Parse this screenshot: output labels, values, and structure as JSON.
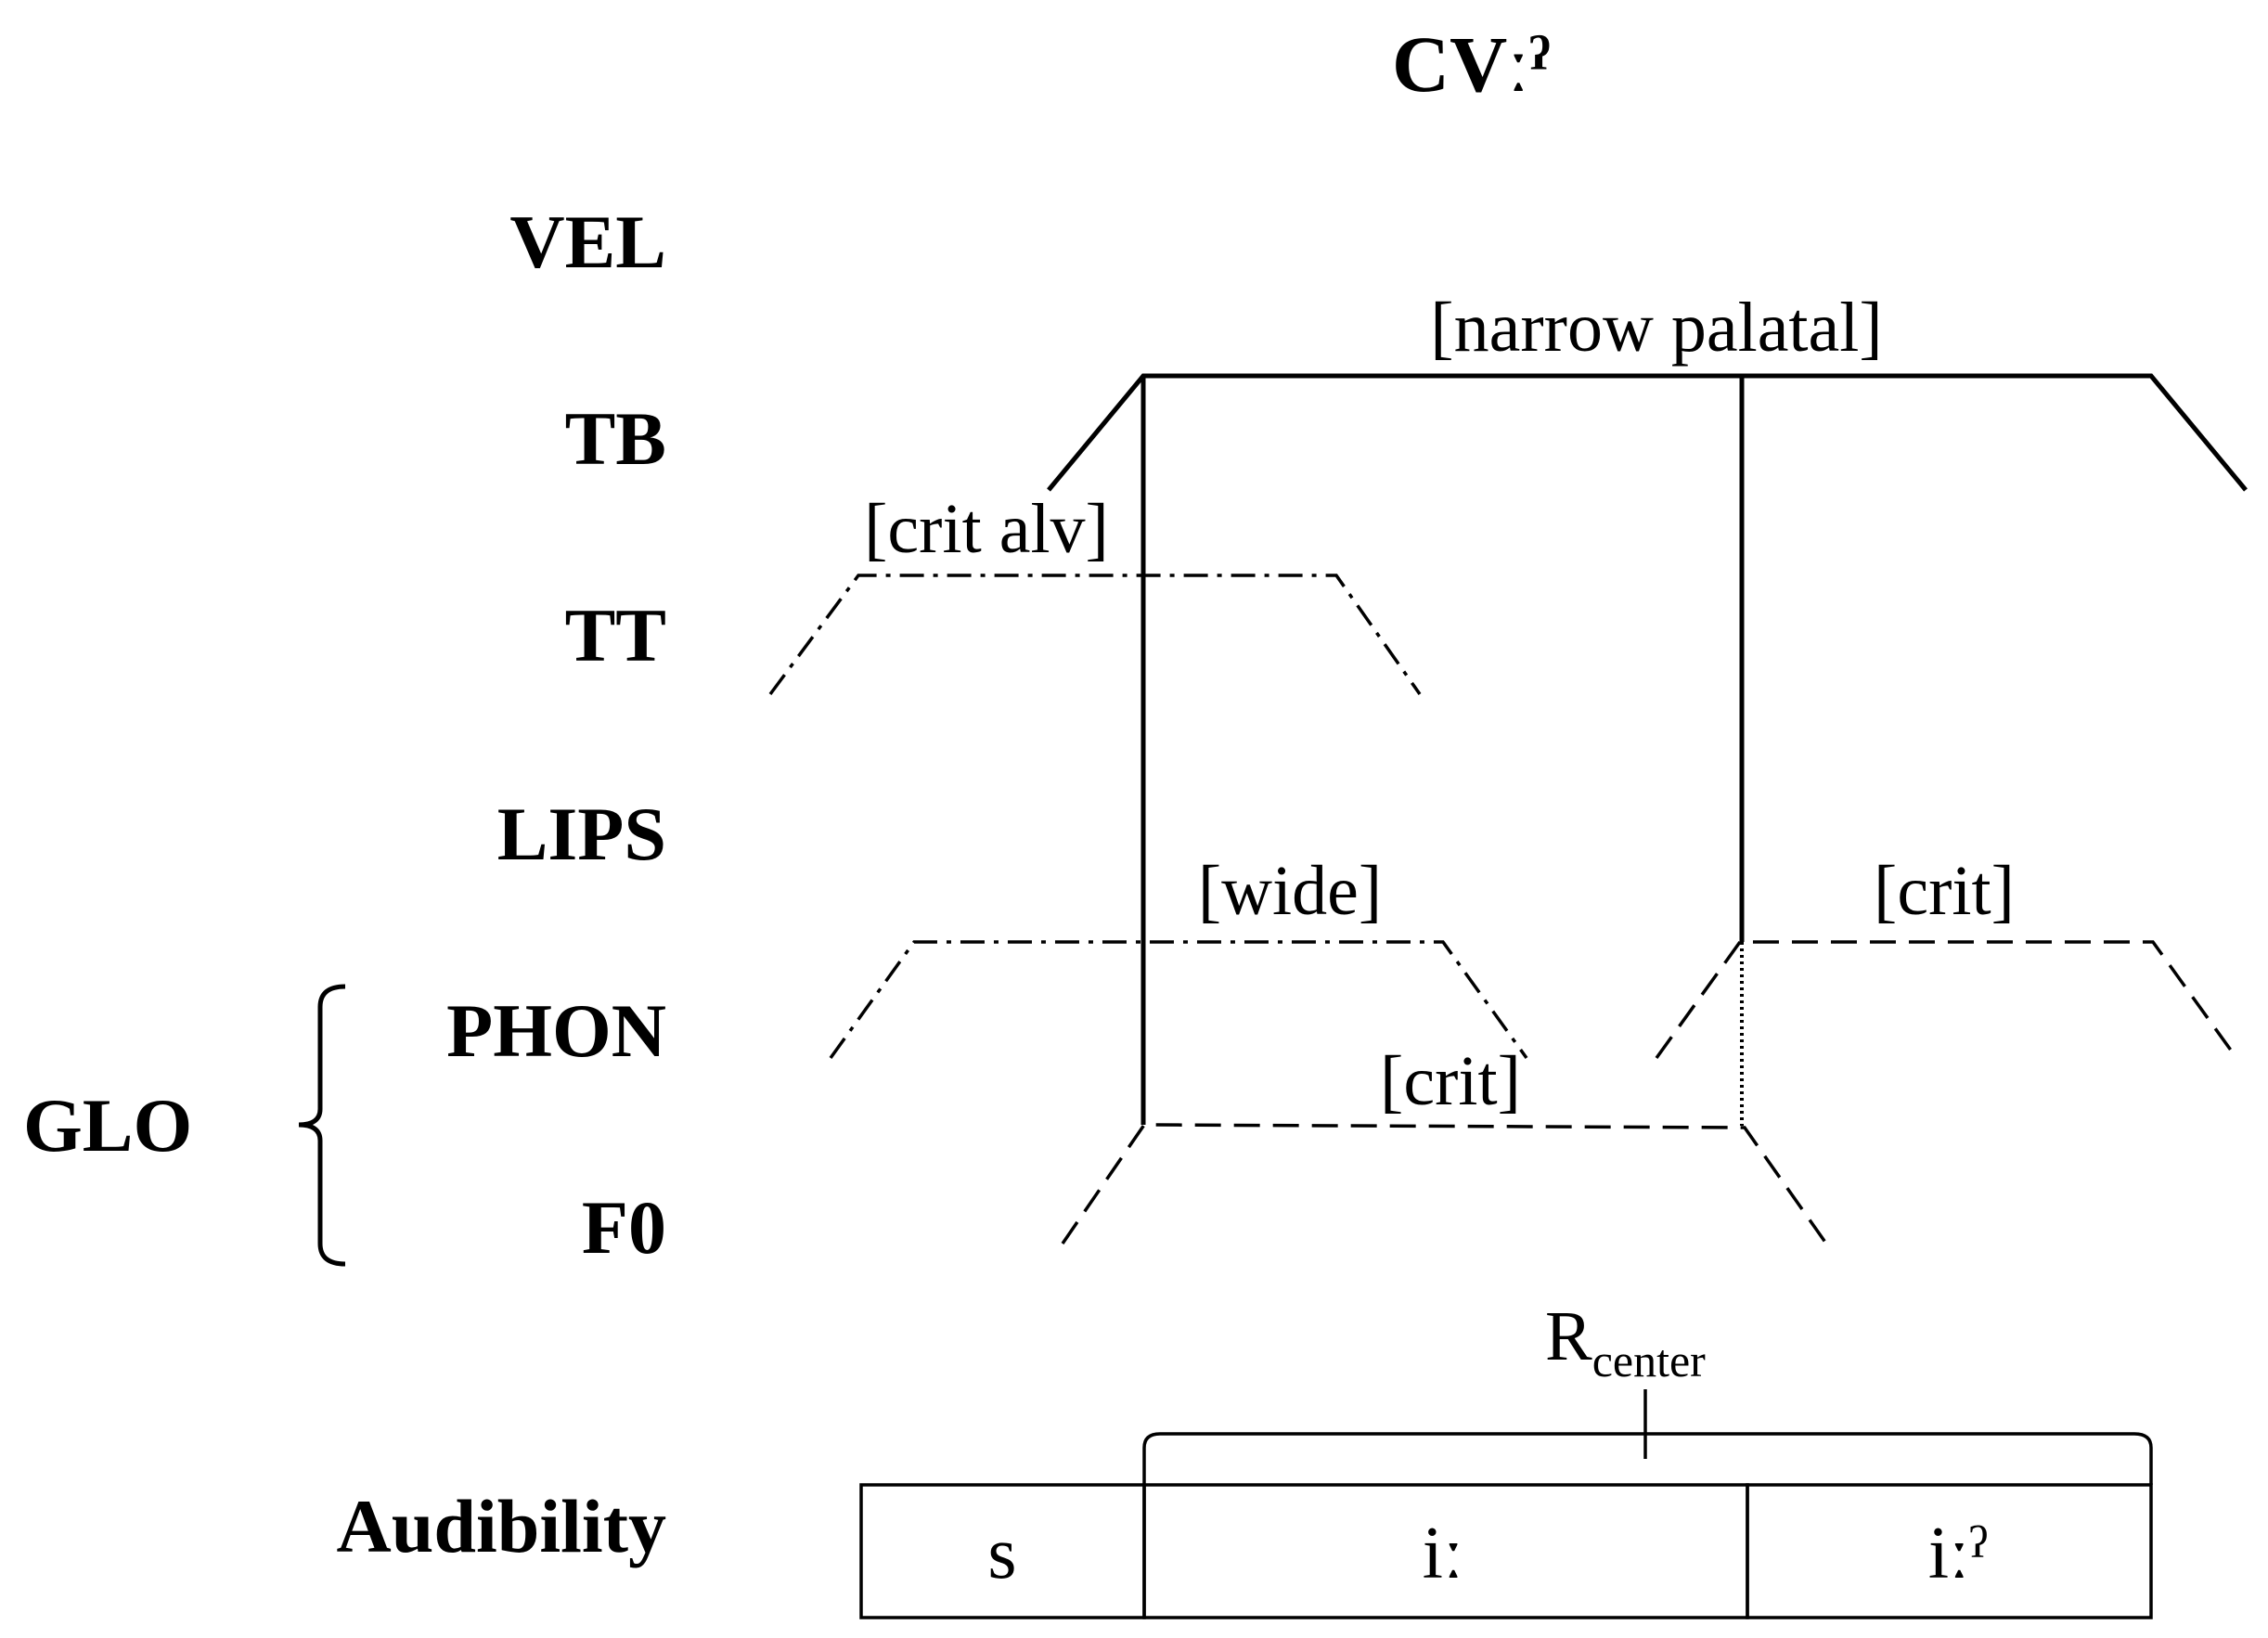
{
  "title": "CVːˀ",
  "tiers": {
    "vel": "VEL",
    "tb": "TB",
    "tt": "TT",
    "lips": "LIPS",
    "phon": "PHON",
    "f0": "F0",
    "audibility": "Audibility"
  },
  "group_label": "GLO",
  "gestures": {
    "tb": "[narrow palatal]",
    "tt": "[crit alv]",
    "phon_wide": "[wide]",
    "phon_crit": "[crit]",
    "f0_crit": "[crit]"
  },
  "r_center": {
    "base": "R",
    "subscript": "center"
  },
  "segments": [
    "s",
    "iː",
    "iːˀ"
  ]
}
